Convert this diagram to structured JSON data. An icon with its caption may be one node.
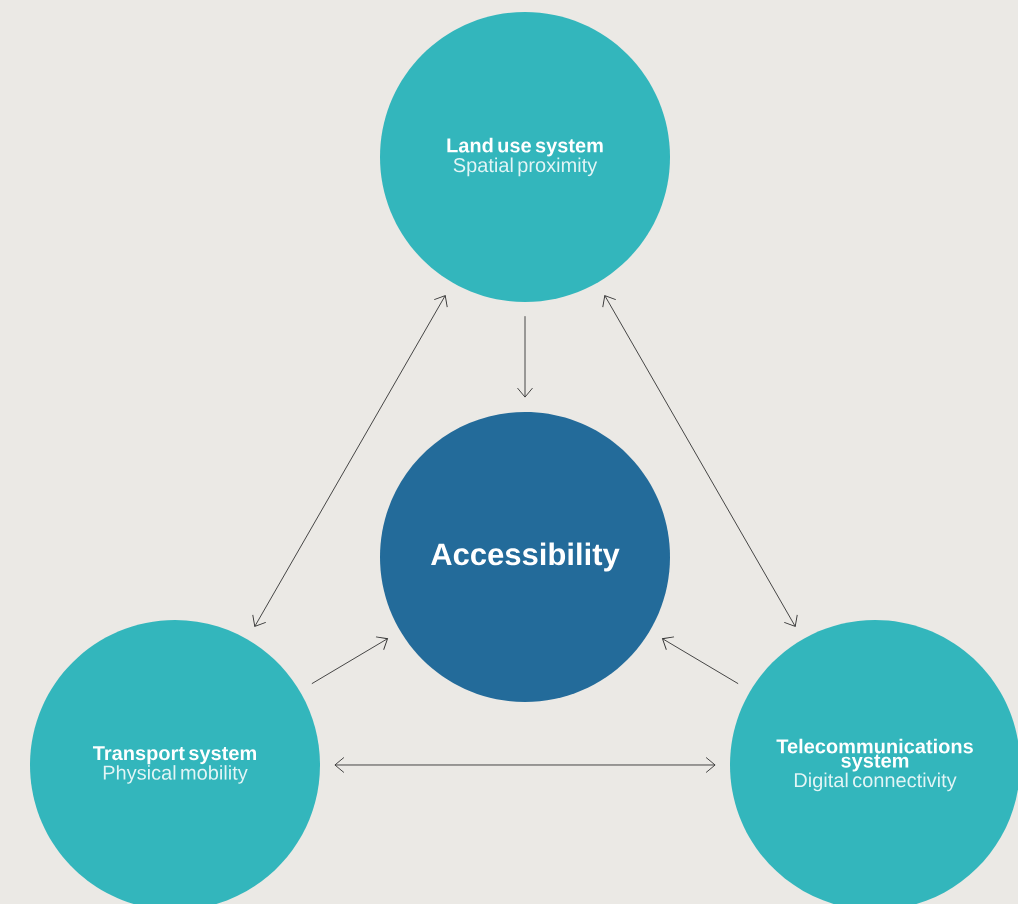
{
  "diagram": {
    "nodes": [
      {
        "text": [
          "Land use system",
          "Spatial proximity"
        ]
      },
      {
        "text": [
          "Accessibility"
        ]
      },
      {
        "text": [
          "Transport system",
          "Physical mobility"
        ]
      },
      {
        "text": [
          "Telecommunications system",
          "Digital connectivity"
        ]
      }
    ],
    "edges": [
      {
        "from": 0,
        "to": 1,
        "arrow": "to"
      },
      {
        "from": 0,
        "to": 2,
        "arrow": "both"
      },
      {
        "from": 0,
        "to": 3,
        "arrow": "both"
      },
      {
        "from": 2,
        "to": 1,
        "arrow": "to"
      },
      {
        "from": 3,
        "to": 1,
        "arrow": "to"
      },
      {
        "from": 2,
        "to": 3,
        "arrow": "both"
      }
    ]
  }
}
